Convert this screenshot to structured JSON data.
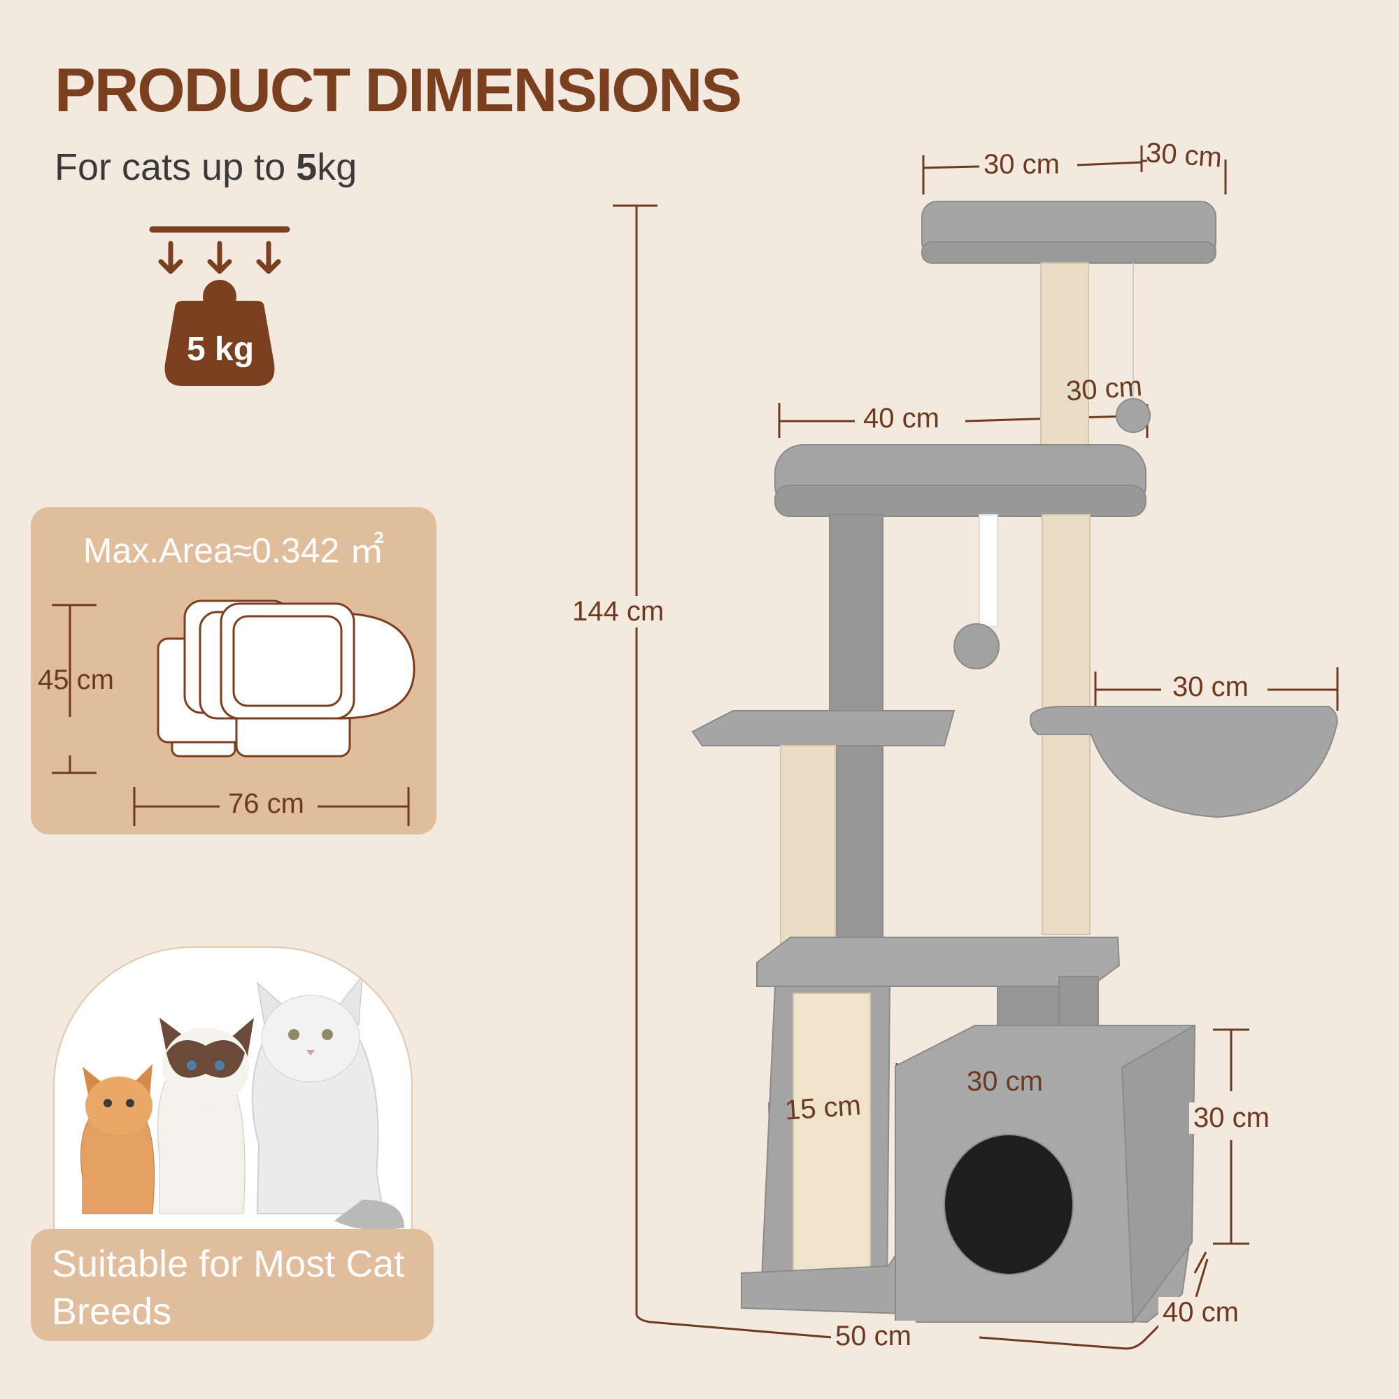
{
  "header": {
    "title": "PRODUCT DIMENSIONS",
    "subtitle_prefix": "For cats up to ",
    "subtitle_value": "5",
    "subtitle_unit": "kg"
  },
  "weight_badge": {
    "label": "5 kg",
    "icon": "weight-icon"
  },
  "area_panel": {
    "title": "Max.Area≈0.342 ㎡",
    "height_label": "45 cm",
    "width_label": "76 cm"
  },
  "cats_panel": {
    "caption": "Suitable for Most Cat Breeds"
  },
  "dimensions": {
    "top_width": "30 cm",
    "top_depth": "30 cm",
    "total_height": "144 cm",
    "middle_width": "40 cm",
    "middle_depth": "30 cm",
    "hammock_width": "30 cm",
    "condo_width": "30 cm",
    "condo_height": "30 cm",
    "ramp_width": "15 cm",
    "base_width": "50 cm",
    "base_depth": "40 cm"
  },
  "colors": {
    "background": "#f3e9df",
    "accent_brown": "#7a3f1e",
    "panel_tan": "#e0bd9d",
    "tree_grey": "#9e9e9e",
    "sisal": "#e8dcc6"
  }
}
